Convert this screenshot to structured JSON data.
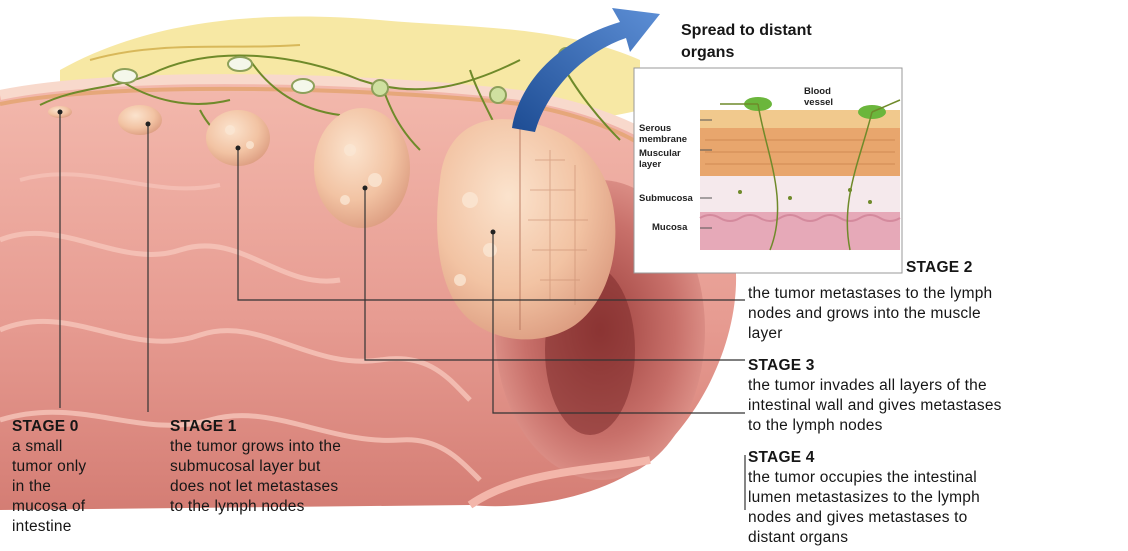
{
  "spread_label": "Spread to distant\norgans",
  "inset": {
    "blood_vessel": "Blood\nvessel",
    "serous_membrane": "Serous\nmembrane",
    "muscular_layer": "Muscular\nlayer",
    "submucosa": "Submucosa",
    "mucosa": "Mucosa"
  },
  "stages": [
    {
      "title": "STAGE 0",
      "desc": "a small\ntumor only\nin the\nmucosa of\nintestine"
    },
    {
      "title": "STAGE 1",
      "desc": "the tumor grows into the\nsubmucosal layer but\ndoes not let metastases\nto the lymph nodes"
    },
    {
      "title": "STAGE 2",
      "desc": "the tumor metastases to the lymph\nnodes and grows into the muscle\nlayer"
    },
    {
      "title": "STAGE 3",
      "desc": "the tumor invades all layers of the\nintestinal wall and gives metastases\nto the lymph nodes"
    },
    {
      "title": "STAGE 4",
      "desc": "the tumor occupies the intestinal\nlumen metastasizes to the lymph\nnodes and gives metastases to\ndistant organs"
    }
  ],
  "colors": {
    "intestine_outer": "#e9a39a",
    "intestine_inner": "#d9827a",
    "tumor": "#f2c6a8",
    "fat": "#f6e59a",
    "vessel": "#6f8a2a",
    "arrow": "#2e5fa8"
  }
}
